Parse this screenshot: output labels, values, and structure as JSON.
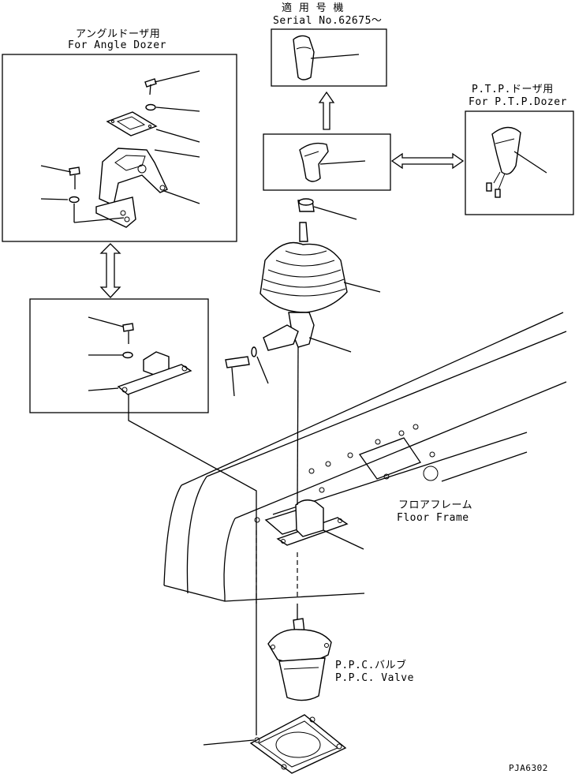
{
  "labels": {
    "angle_dozer_jp": "アングルドーザ用",
    "angle_dozer_en": "For Angle Dozer",
    "serial_jp": "適 用 号 機",
    "serial_en": "Serial No.62675～",
    "ptp_dozer_jp": "P.T.P.ドーザ用",
    "ptp_dozer_en": "For P.T.P.Dozer",
    "floor_frame_jp": "フロアフレーム",
    "floor_frame_en": "Floor Frame",
    "ppc_valve_jp": "P.P.C.バルブ",
    "ppc_valve_en": "P.P.C. Valve",
    "drawing_code": "PJA6302"
  }
}
